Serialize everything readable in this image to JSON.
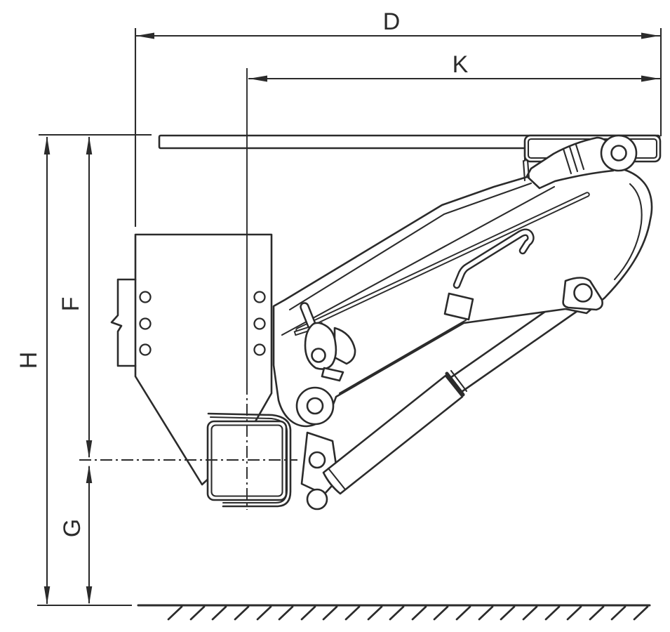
{
  "dimensions": {
    "d": "D",
    "k": "K",
    "h": "H",
    "f": "F",
    "g": "G"
  },
  "colors": {
    "line": "#2b2b2b",
    "background": "#ffffff"
  }
}
